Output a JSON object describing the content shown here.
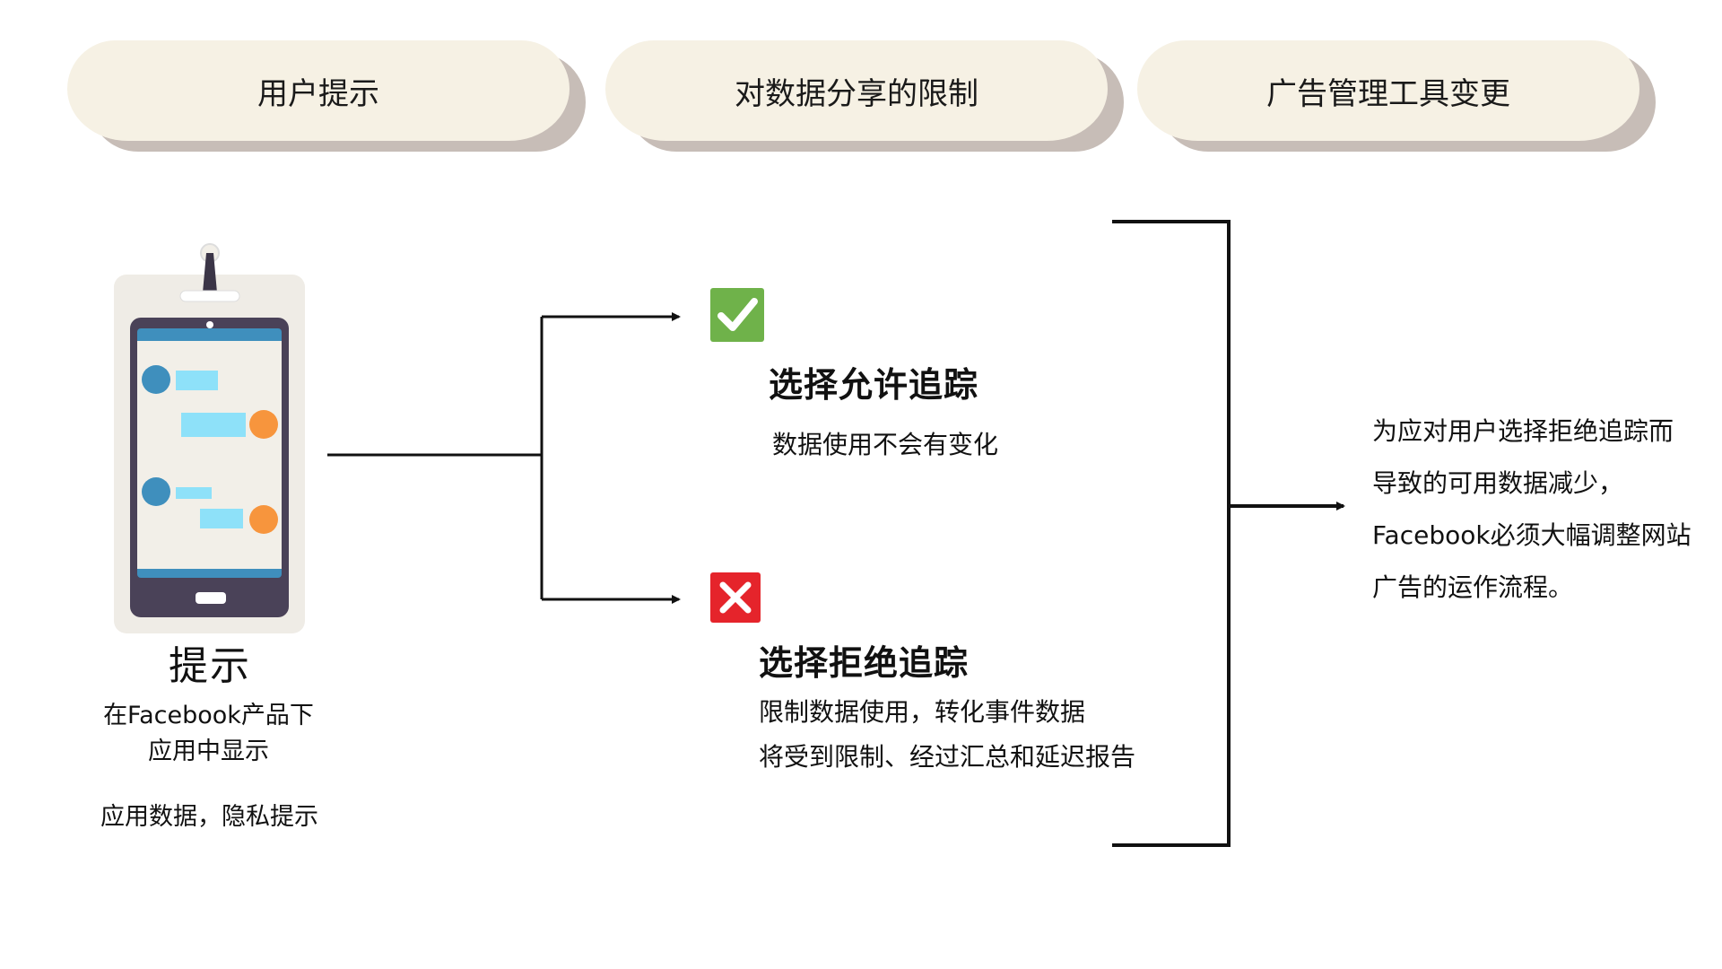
{
  "header": {
    "pills": [
      {
        "label": "用户提示"
      },
      {
        "label": "对数据分享的限制"
      },
      {
        "label": "广告管理工具变更"
      }
    ]
  },
  "prompt": {
    "title": "提示",
    "description": "在Facebook产品下应用中显示",
    "note": "应用数据，隐私提示"
  },
  "options": {
    "allow": {
      "icon": "check-icon",
      "color": "#6fb24a",
      "title": "选择允许追踪",
      "description": "数据使用不会有变化"
    },
    "deny": {
      "icon": "cross-icon",
      "color": "#e5242b",
      "title": "选择拒绝追踪",
      "description_lines": [
        "限制数据使用，转化事件数据",
        "将受到限制、经过汇总和延迟报告"
      ]
    }
  },
  "result": {
    "lines": [
      "为应对用户选择拒绝追踪而",
      "导致的可用数据减少，",
      "Facebook必须大幅调整网站",
      "广告的运作流程。"
    ]
  },
  "colors": {
    "pill_face": "#f6f1e4",
    "pill_shadow": "#c7bdb7",
    "phone_body": "#4a4258",
    "phone_screen": "#f2efe8",
    "phone_bar": "#3f8fbd",
    "avatar_blue": "#3f8fbd",
    "avatar_orange": "#f7953d",
    "bubble": "#8ee1f9"
  }
}
